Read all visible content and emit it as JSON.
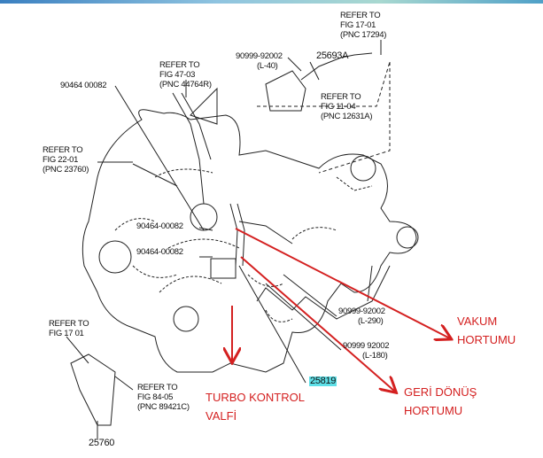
{
  "labels": {
    "ref_17_01_top": {
      "l1": "REFER TO",
      "l2": "FIG  17-01",
      "l3": "(PNC 17294)"
    },
    "part_90999_l40": {
      "l1": "90999-92002",
      "l2": "(L-40)"
    },
    "part_25693A": "25693A",
    "ref_47_03": {
      "l1": "REFER TO",
      "l2": "FIG  47-03",
      "l3": "(PNC 44764R)"
    },
    "part_90464_top": "90464 00082",
    "ref_11_04": {
      "l1": "REFER TO",
      "l2": "FIG  11-04",
      "l3": "(PNC 12631A)"
    },
    "ref_22_01": {
      "l1": "REFER TO",
      "l2": "FIG  22-01",
      "l3": "(PNC 23760)"
    },
    "part_90464_mid1": "90464-00082",
    "part_90464_mid2": "90464-00082",
    "ref_17_01_bottom": {
      "l1": "REFER TO",
      "l2": "FIG  17 01"
    },
    "ref_84_05": {
      "l1": "REFER TO",
      "l2": "FIG  84-05",
      "l3": "(PNC 89421C)"
    },
    "part_25760": "25760",
    "part_90999_l290": {
      "l1": "90999-92002",
      "l2": "(L-290)"
    },
    "part_90999_l180": {
      "l1": "90999 92002",
      "l2": "(L-180)"
    },
    "part_25819": "25819"
  },
  "annotations": {
    "vakum": {
      "l1": "VAKUM",
      "l2": "HORTUMU"
    },
    "turbo": {
      "l1": "TURBO KONTROL",
      "l2": "VALFİ"
    },
    "geri": {
      "l1": "GERİ DÖNÜŞ",
      "l2": "HORTUMU"
    }
  },
  "colors": {
    "annotation": "#d42020",
    "highlight": "#5ee0e8"
  }
}
